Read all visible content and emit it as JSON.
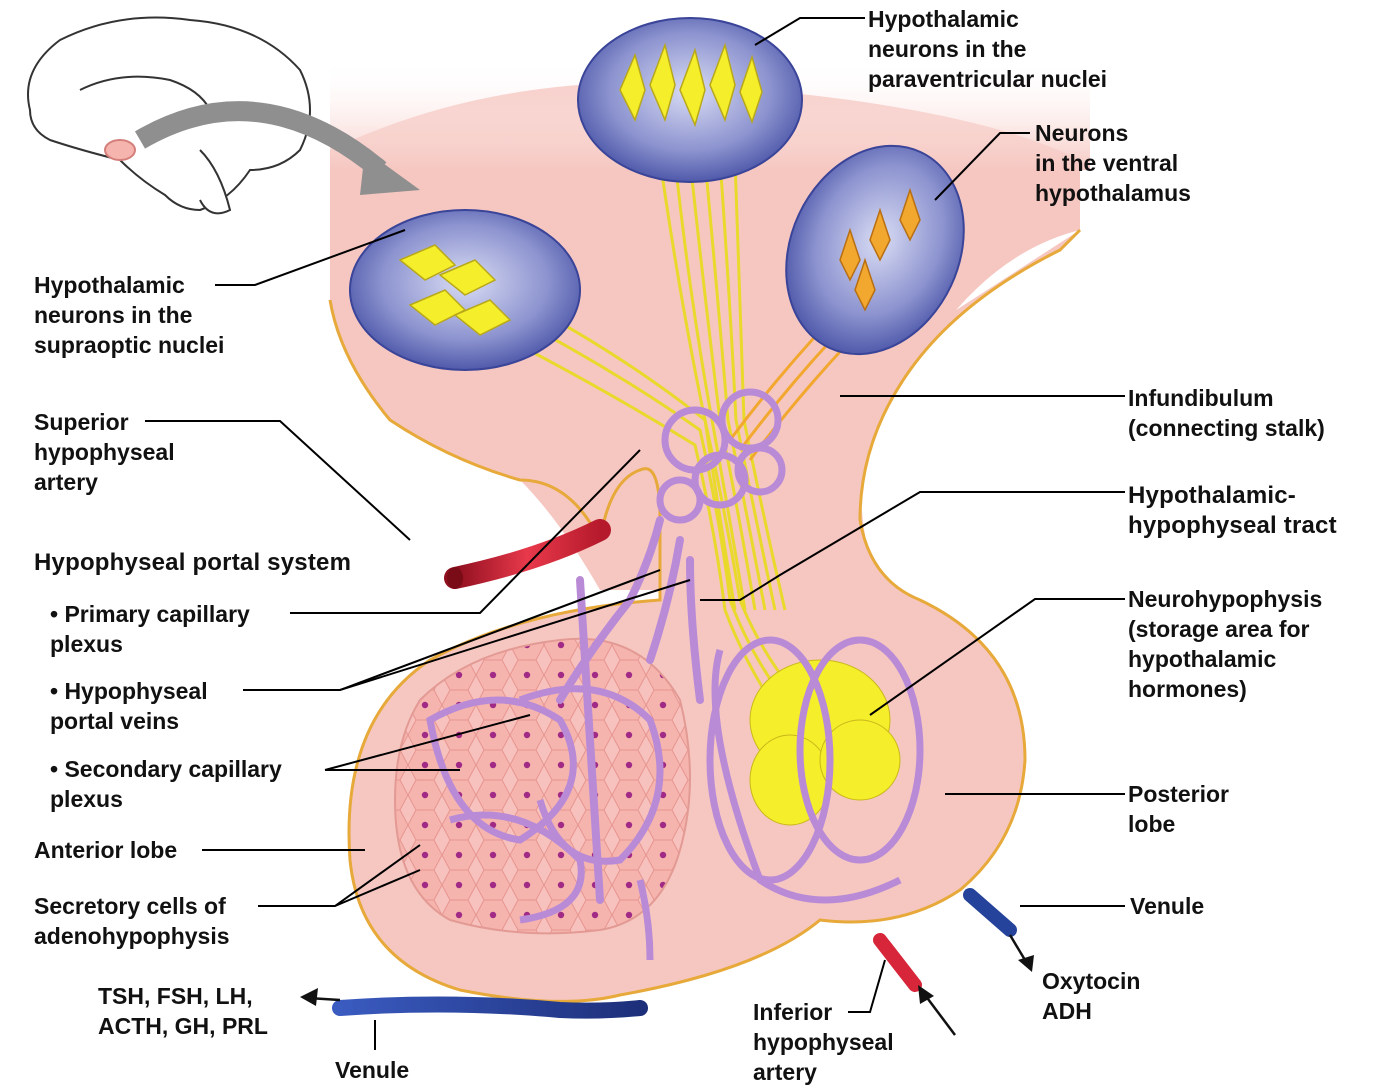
{
  "colors": {
    "tissue_pink": "#f6c7c1",
    "tissue_outline": "#e7a93a",
    "neuron_yellow": "#f5ee2a",
    "neuron_orange": "#f2a72e",
    "vessel_purple": "#b98bd6",
    "artery_red": "#d7263a",
    "vein_blue": "#25439b",
    "nucleus_blue": "#4b56a8",
    "arrow_gray": "#8f8f8f",
    "secretory_cell": "#f2a6a6"
  },
  "icons": [
    "brain-outline-icon",
    "curved-arrow-icon"
  ],
  "labels": {
    "paraventricular": "Hypothalamic\nneurons in the\nparaventricular nuclei",
    "ventral": "Neurons\nin the ventral\nhypothalamus",
    "supraoptic": "Hypothalamic\nneurons in the\nsupraoptic nuclei",
    "superior_artery": "Superior\nhypophyseal\nartery",
    "portal_system": "Hypophyseal portal system",
    "primary_plexus": "• Primary capillary\n   plexus",
    "portal_veins": "• Hypophyseal\n   portal veins",
    "secondary_plexus": "• Secondary capillary\n   plexus",
    "anterior_lobe": "Anterior lobe",
    "secretory_cells": "Secretory cells of\nadenohypophysis",
    "hormones_anterior": "TSH, FSH, LH,\nACTH, GH, PRL",
    "venule_bottom": "Venule",
    "inferior_artery": "Inferior\nhypophyseal\nartery",
    "oxytocin_adh": "Oxytocin\nADH",
    "venule_right": "Venule",
    "posterior_lobe": "Posterior\nlobe",
    "neurohypophysis": "Neurohypophysis\n(storage area for\nhypothalamic\nhormones)",
    "tract": "Hypothalamic-\nhypophyseal tract",
    "infundibulum": "Infundibulum\n(connecting stalk)"
  }
}
